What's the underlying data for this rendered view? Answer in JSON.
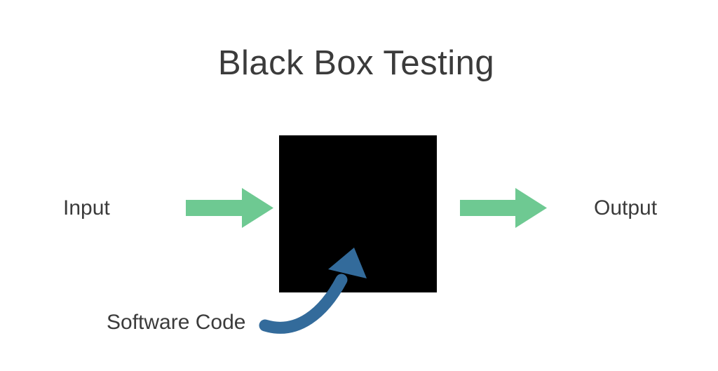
{
  "diagram": {
    "title": "Black Box Testing",
    "labels": {
      "input": "Input",
      "output": "Output",
      "software_code": "Software Code"
    },
    "icons": {
      "input_arrow": "right-arrow-icon",
      "output_arrow": "right-arrow-icon",
      "software_code_arrow": "curved-up-arrow-icon"
    },
    "colors": {
      "background": "#ffffff",
      "text": "#3b3b3b",
      "box": "#000000",
      "arrow_green": "#6ec992",
      "arrow_blue": "#336b9b"
    }
  }
}
